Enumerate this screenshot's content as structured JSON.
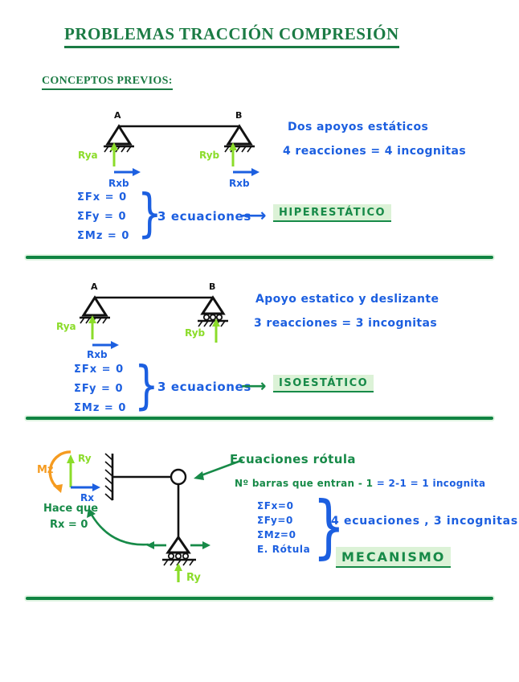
{
  "page": {
    "title": "PROBLEMAS TRACCIÓN COMPRESIÓN",
    "subtitle": "CONCEPTOS PREVIOS:"
  },
  "colors": {
    "heading_green": "#1b7b44",
    "divider_green": "#108442",
    "ink_blue": "#1c5fe0",
    "ink_green": "#178a48",
    "lime_green": "#8bdc2a",
    "orange": "#f59b20",
    "highlight_bg": "#dcf2d7"
  },
  "section1": {
    "support_a": "A",
    "support_b": "B",
    "rya": "Rya",
    "rxa": "Rxb",
    "ryb": "Ryb",
    "rxb": "Rxb",
    "note1": "Dos apoyos estáticos",
    "note2": "4 reacciones = 4 incognitas",
    "eq1": "ΣFx = 0",
    "eq2": "ΣFy = 0",
    "eq3": "ΣMz = 0",
    "count": "3 ecuaciones",
    "arrow": "⟶",
    "result": "HIPERESTÁTICO"
  },
  "section2": {
    "support_a": "A",
    "support_b": "B",
    "rya": "Rya",
    "rxa": "Rxb",
    "ryb": "Ryb",
    "note1": "Apoyo estatico y deslizante",
    "note2": "3 reacciones = 3 incognitas",
    "eq1": "ΣFx = 0",
    "eq2": "ΣFy = 0",
    "eq3": "ΣMz = 0",
    "count": "3 ecuaciones",
    "arrow": "⟶",
    "result": "ISOESTÁTICO"
  },
  "section3": {
    "mz": "Mz",
    "ry_top": "Ry",
    "rx": "Rx",
    "hace1": "Hace que",
    "hace2": "Rx = 0",
    "ry_bottom": "Ry",
    "note_title": "Ecuaciones rótula",
    "formula_green": "Nº barras que entran - 1",
    "formula_blue": "= 2-1 = 1 incognita",
    "eq1": "ΣFx=0",
    "eq2": "ΣFy=0",
    "eq3": "ΣMz=0",
    "eq4": "E. Rótula",
    "count": "4 ecuaciones , 3 incognitas",
    "result": "MECANISMO"
  }
}
